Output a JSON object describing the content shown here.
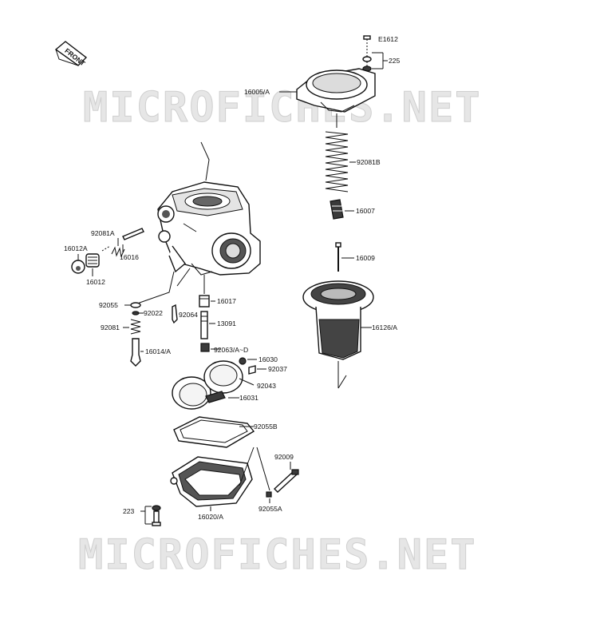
{
  "diagram_id": "E1612",
  "front_badge": "FRONT",
  "watermark": "MICROFICHES.NET",
  "parts": {
    "p225": "225",
    "p16005a": "16005/A",
    "p92081b": "92081B",
    "p16007": "16007",
    "p16009": "16009",
    "p16126a": "16126/A",
    "p92081a": "92081A",
    "p16012a": "16012A",
    "p16016": "16016",
    "p16012": "16012",
    "p92055": "92055",
    "p92022": "92022",
    "p92064": "92064",
    "p16017": "16017",
    "p13091": "13091",
    "p92081": "92081",
    "p16014a": "16014/A",
    "p92063ad": "92063/A~D",
    "p16030": "16030",
    "p92037": "92037",
    "p92043": "92043",
    "p16031": "16031",
    "p92055b": "92055B",
    "p92009": "92009",
    "p223": "223",
    "p16020a": "16020/A",
    "p92055a": "92055A"
  }
}
